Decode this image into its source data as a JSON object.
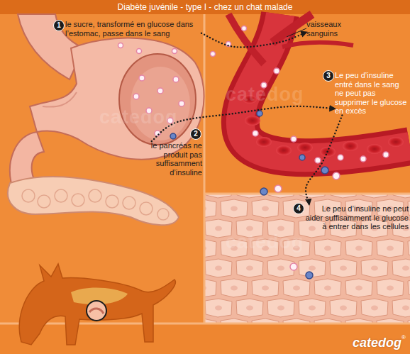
{
  "diagram": {
    "title": "Diabète juvénile - type I - chez un chat malade",
    "nodes": [
      {
        "text": [
          "le sucre, transformé en glucose dans l’estomac, passe dans le sang"
        ]
      },
      {
        "text": [
          "vaisseaux sanguins"
        ]
      },
      {
        "text": [
          "Le peu d’insuline entré dans le sang ne peut pas supprimer le glucose en excès"
        ]
      },
      {
        "text": [
          "le pancréas ne produit pas suffisamment d’insuline"
        ]
      },
      {
        "text": [
          "Le peu d’insuline ne peut aider suffisamment le glucose à entrer dans les cellules"
        ]
      }
    ],
    "edges": [
      {
        "from": 0,
        "to": 1,
        "arrow": "to"
      },
      {
        "from": 3,
        "to": 2,
        "arrow": "to"
      },
      {
        "from": 2,
        "to": 4,
        "arrow": "to"
      }
    ],
    "labels": [
      "1",
      "2",
      "3",
      "4",
      "catedog",
      "catedog",
      "catedog",
      "catedog",
      "®"
    ]
  }
}
